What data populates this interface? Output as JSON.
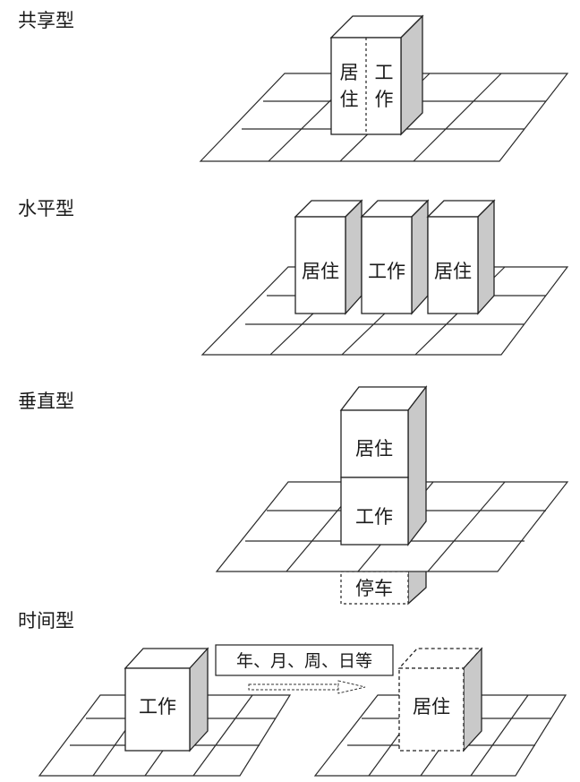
{
  "sections": {
    "shared": {
      "title": "共享型",
      "left_label": "居住",
      "right_label": "工作"
    },
    "horizontal": {
      "title": "水平型",
      "blocks": [
        "居住",
        "工作",
        "居住"
      ]
    },
    "vertical": {
      "title": "垂直型",
      "upper": "居住",
      "lower": "工作",
      "basement": "停车"
    },
    "temporal": {
      "title": "时间型",
      "caption": "年、月、周、日等",
      "left_block": "工作",
      "right_block": "居住"
    }
  }
}
